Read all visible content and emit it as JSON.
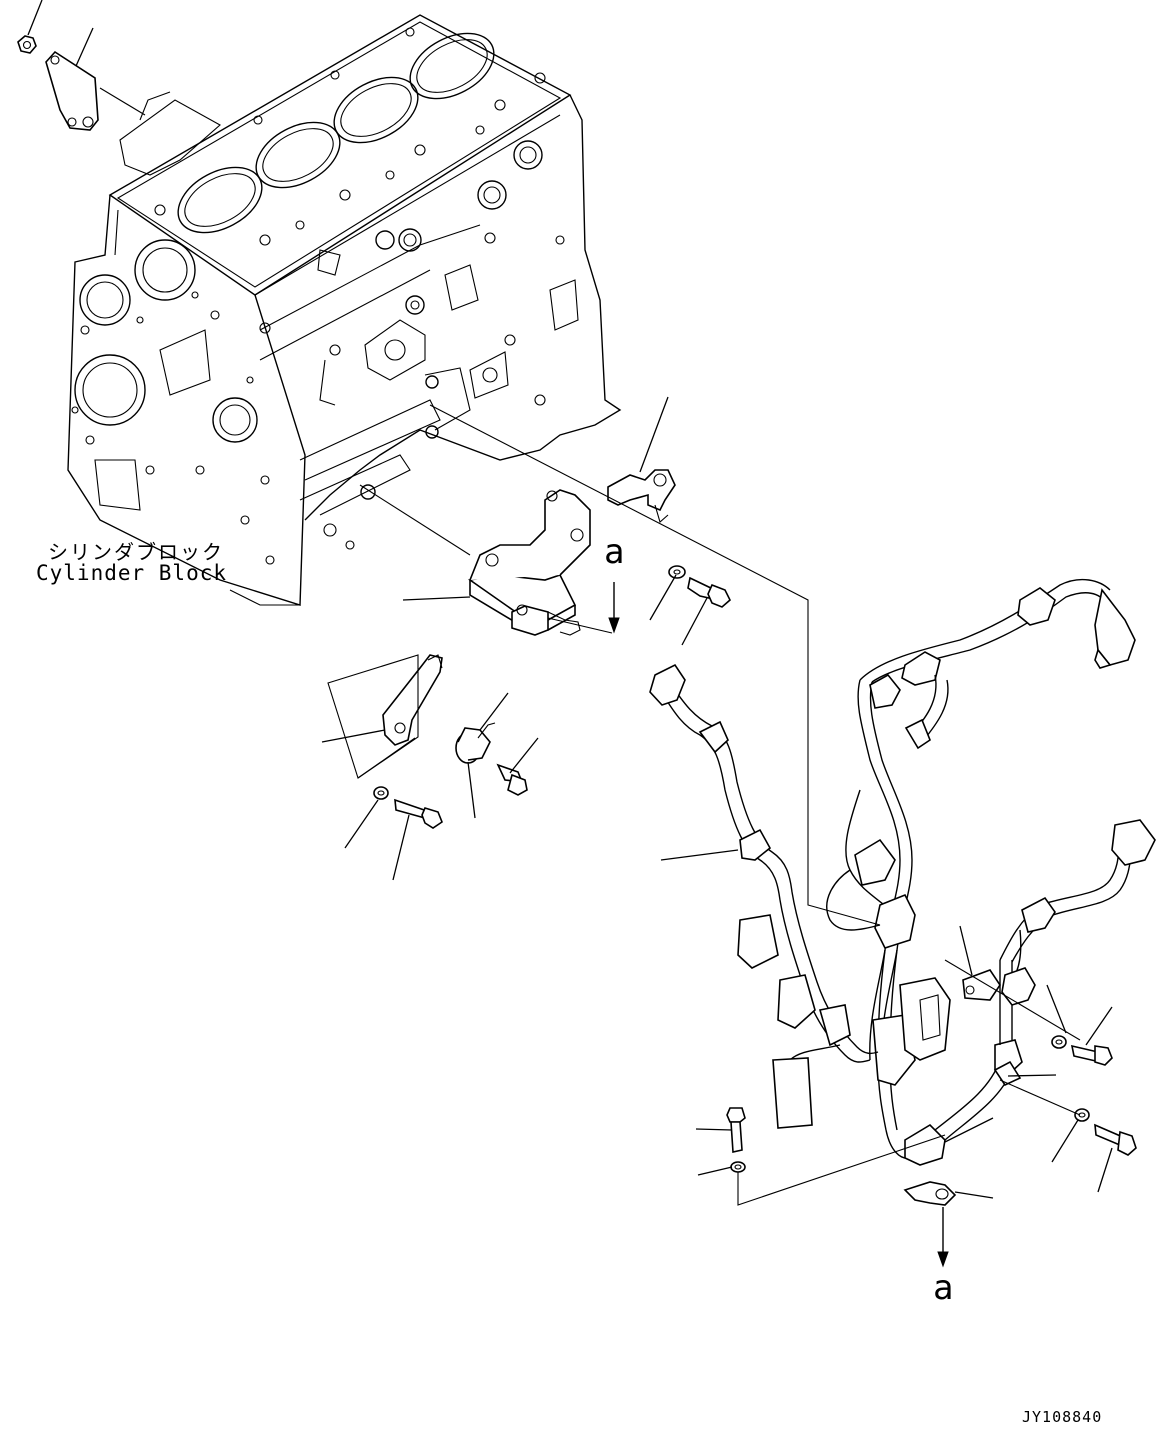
{
  "labels": {
    "cylinder_block_jp": "シリンダブロック",
    "cylinder_block_en": "Cylinder Block",
    "view_marker_top": "a",
    "view_marker_bottom": "a",
    "drawing_number": "JY108840"
  },
  "icons": [
    "arrow-down-icon"
  ],
  "colors": {
    "line": "#000000",
    "background": "#ffffff"
  }
}
